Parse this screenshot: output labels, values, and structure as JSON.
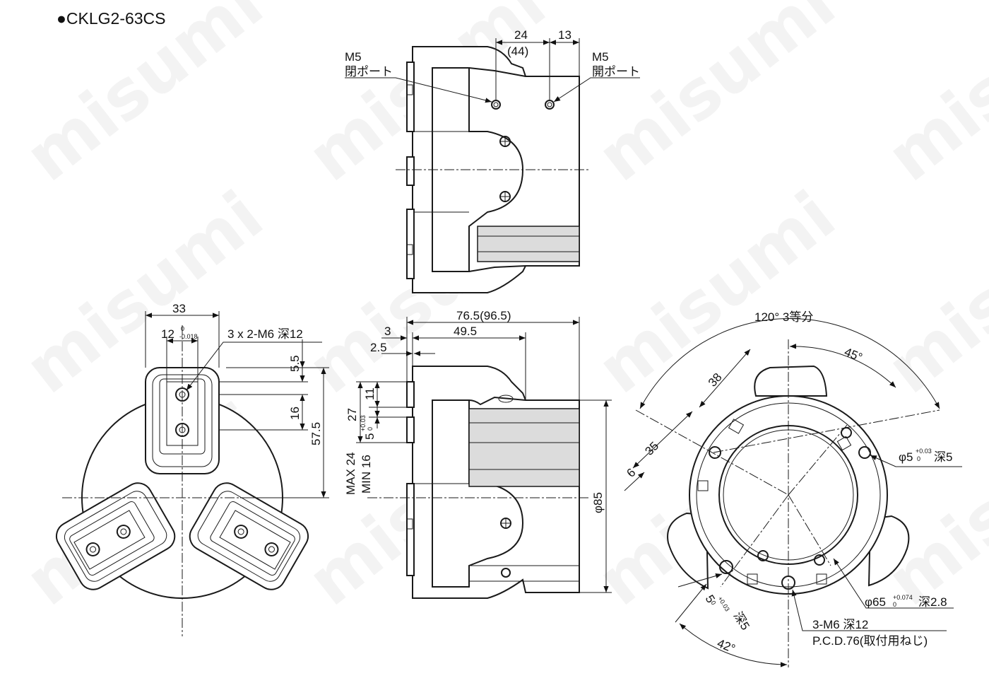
{
  "title": "●CKLG2-63CS",
  "watermark": "misumi",
  "top_view": {
    "port_left_size": "M5",
    "port_left_name": "閉ポート",
    "port_right_size": "M5",
    "port_right_name": "開ポート",
    "dim_24": "24",
    "dim_44": "(44)",
    "dim_13": "13"
  },
  "left_view": {
    "dim_33": "33",
    "dim_12": "12",
    "dim_12_tol_upper": "0",
    "dim_12_tol_lower": "-0.018",
    "tap_note": "3 x 2-M6 深12",
    "dim_5_5": "5.5",
    "dim_16": "16",
    "dim_57_5": "57.5"
  },
  "front_view": {
    "dim_76_5": "76.5(96.5)",
    "dim_3": "3",
    "dim_49_5": "49.5",
    "dim_2_5": "2.5",
    "dim_11": "11",
    "dim_27": "27",
    "dim_5": "5",
    "dim_5_tol_upper": "+0.03",
    "dim_5_tol_lower": "0",
    "stroke_max": "MAX 24",
    "stroke_min": "MIN 16",
    "dim_phi85": "φ85"
  },
  "right_view": {
    "angle_120": "120° 3等分",
    "angle_45": "45°",
    "dim_38": "38",
    "dim_35": "35",
    "dim_6": "6",
    "pin_hole_a": "φ5",
    "pin_hole_a_tol_upper": "+0.03",
    "pin_hole_a_tol_lower": "0",
    "pin_hole_a_depth": "深5",
    "pilot": "φ65",
    "pilot_tol_upper": "+0.074",
    "pilot_tol_lower": "0",
    "pilot_depth": "深2.8",
    "pin_hole_b": "5",
    "pin_hole_b_tol_upper": "+0.03",
    "pin_hole_b_tol_lower": "0",
    "pin_hole_b_depth": "深5",
    "mount_tap": "3-M6 深12",
    "pcd": "P.C.D.76(取付用ねじ)",
    "angle_42": "42°"
  }
}
